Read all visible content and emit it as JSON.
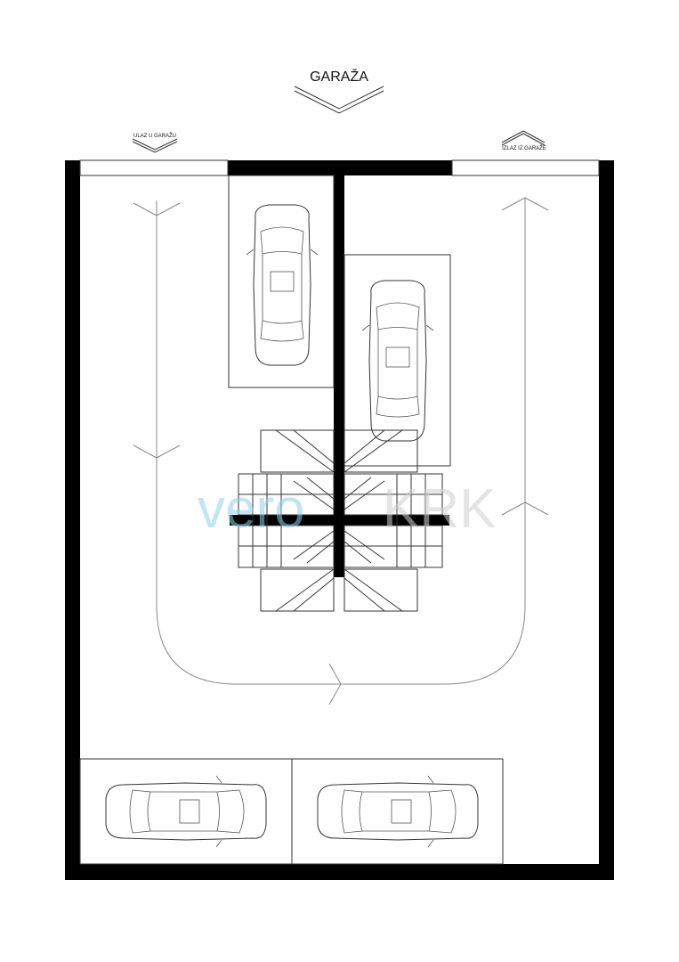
{
  "title": "GARAŽA",
  "entrance_label": "ULAZ U GARAŽU",
  "exit_label": "IZLAZ IZ GARAŽE",
  "watermark": {
    "brand_a": "vero",
    "brand_b": "KRK"
  },
  "colors": {
    "wall": "#000000",
    "line": "#333333",
    "flow": "#888888",
    "watermark_blue": "#8fd0ea",
    "watermark_gray": "#d9d9d9"
  }
}
